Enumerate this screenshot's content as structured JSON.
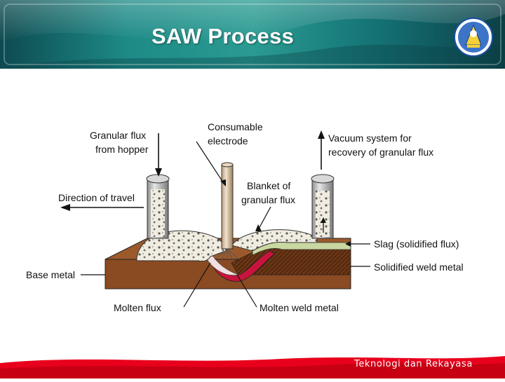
{
  "slide": {
    "title": "SAW Process",
    "footer": "Teknologi dan Rekayasa",
    "logo": "tut-wuri-handayani-emblem"
  },
  "colors": {
    "header_teal": "#16777a",
    "header_dark": "#0b3f45",
    "footer_red": "#e8001c",
    "base_metal": "#8a4a22",
    "weld_metal": "#6b3616",
    "molten_weld": "#c8143c",
    "slag": "#c9d7a0",
    "flux_granules": "#ece6d8"
  },
  "diagram": {
    "labels": {
      "granular_flux": [
        "Granular flux",
        "from hopper"
      ],
      "consumable_electrode": [
        "Consumable",
        "electrode"
      ],
      "vacuum_system": [
        "Vacuum system for",
        "recovery of granular flux"
      ],
      "direction_of_travel": "Direction of travel",
      "blanket": [
        "Blanket of",
        "granular flux"
      ],
      "slag": "Slag (solidified flux)",
      "base_metal": "Base metal",
      "solidified_weld_metal": "Solidified weld metal",
      "molten_flux": "Molten flux",
      "molten_weld_metal": "Molten weld metal"
    }
  }
}
